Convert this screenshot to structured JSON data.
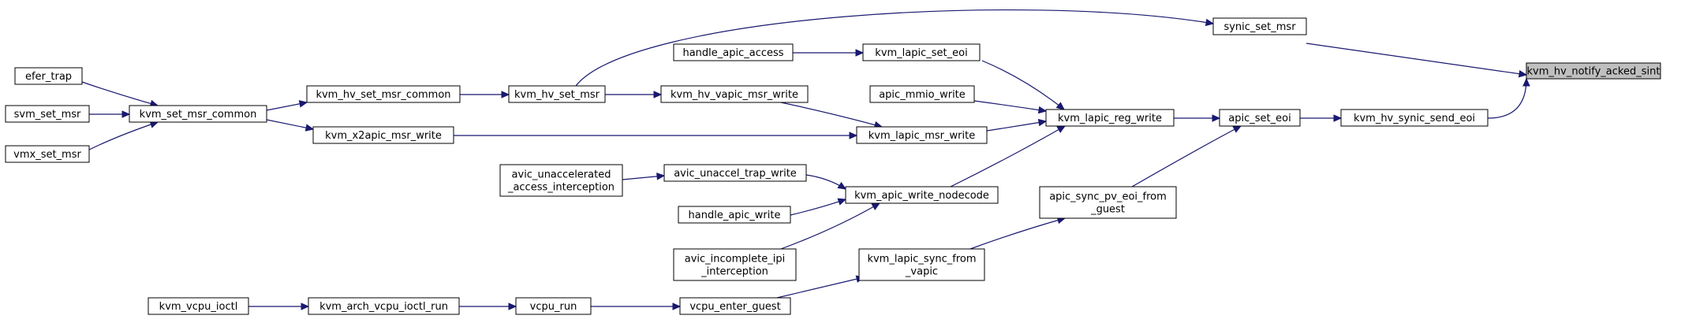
{
  "diagram": {
    "type": "doxygen-caller-graph",
    "root_node": "kvm_hv_notify_acked_sint",
    "colors": {
      "edge": "#191970",
      "root_fill": "#bfbfbf",
      "node_fill": "#ffffff",
      "node_border": "#000000"
    },
    "nodes": [
      {
        "id": "kvm_hv_notify_acked_sint",
        "lines": [
          "kvm_hv_notify_acked_sint"
        ],
        "root": true
      },
      {
        "id": "synic_set_msr",
        "lines": [
          "synic_set_msr"
        ]
      },
      {
        "id": "kvm_hv_synic_send_eoi",
        "lines": [
          "kvm_hv_synic_send_eoi"
        ]
      },
      {
        "id": "apic_set_eoi",
        "lines": [
          "apic_set_eoi"
        ]
      },
      {
        "id": "kvm_lapic_reg_write",
        "lines": [
          "kvm_lapic_reg_write"
        ]
      },
      {
        "id": "apic_sync_pv_eoi_from_guest",
        "lines": [
          "apic_sync_pv_eoi_from",
          "_guest"
        ]
      },
      {
        "id": "kvm_lapic_set_eoi",
        "lines": [
          "kvm_lapic_set_eoi"
        ]
      },
      {
        "id": "apic_mmio_write",
        "lines": [
          "apic_mmio_write"
        ]
      },
      {
        "id": "kvm_lapic_msr_write",
        "lines": [
          "kvm_lapic_msr_write"
        ]
      },
      {
        "id": "kvm_apic_write_nodecode",
        "lines": [
          "kvm_apic_write_nodecode"
        ]
      },
      {
        "id": "kvm_lapic_sync_from_vapic",
        "lines": [
          "kvm_lapic_sync_from",
          "_vapic"
        ]
      },
      {
        "id": "handle_apic_access",
        "lines": [
          "handle_apic_access"
        ]
      },
      {
        "id": "kvm_hv_vapic_msr_write",
        "lines": [
          "kvm_hv_vapic_msr_write"
        ]
      },
      {
        "id": "avic_unaccel_trap_write",
        "lines": [
          "avic_unaccel_trap_write"
        ]
      },
      {
        "id": "handle_apic_write",
        "lines": [
          "handle_apic_write"
        ]
      },
      {
        "id": "avic_incomplete_ipi_interception",
        "lines": [
          "avic_incomplete_ipi",
          "_interception"
        ]
      },
      {
        "id": "vcpu_enter_guest",
        "lines": [
          "vcpu_enter_guest"
        ]
      },
      {
        "id": "kvm_hv_set_msr",
        "lines": [
          "kvm_hv_set_msr"
        ]
      },
      {
        "id": "avic_unaccelerated_access_interception",
        "lines": [
          "avic_unaccelerated",
          "_access_interception"
        ]
      },
      {
        "id": "vcpu_run",
        "lines": [
          "vcpu_run"
        ]
      },
      {
        "id": "kvm_hv_set_msr_common",
        "lines": [
          "kvm_hv_set_msr_common"
        ]
      },
      {
        "id": "kvm_x2apic_msr_write",
        "lines": [
          "kvm_x2apic_msr_write"
        ]
      },
      {
        "id": "kvm_arch_vcpu_ioctl_run",
        "lines": [
          "kvm_arch_vcpu_ioctl_run"
        ]
      },
      {
        "id": "kvm_set_msr_common",
        "lines": [
          "kvm_set_msr_common"
        ]
      },
      {
        "id": "kvm_vcpu_ioctl",
        "lines": [
          "kvm_vcpu_ioctl"
        ]
      },
      {
        "id": "efer_trap",
        "lines": [
          "efer_trap"
        ]
      },
      {
        "id": "svm_set_msr",
        "lines": [
          "svm_set_msr"
        ]
      },
      {
        "id": "vmx_set_msr",
        "lines": [
          "vmx_set_msr"
        ]
      }
    ],
    "edges": [
      {
        "from": "synic_set_msr",
        "to": "kvm_hv_notify_acked_sint"
      },
      {
        "from": "kvm_hv_synic_send_eoi",
        "to": "kvm_hv_notify_acked_sint"
      },
      {
        "from": "apic_set_eoi",
        "to": "kvm_hv_synic_send_eoi"
      },
      {
        "from": "kvm_lapic_reg_write",
        "to": "apic_set_eoi"
      },
      {
        "from": "apic_sync_pv_eoi_from_guest",
        "to": "apic_set_eoi"
      },
      {
        "from": "kvm_lapic_set_eoi",
        "to": "kvm_lapic_reg_write"
      },
      {
        "from": "apic_mmio_write",
        "to": "kvm_lapic_reg_write"
      },
      {
        "from": "kvm_lapic_msr_write",
        "to": "kvm_lapic_reg_write"
      },
      {
        "from": "kvm_apic_write_nodecode",
        "to": "kvm_lapic_reg_write"
      },
      {
        "from": "kvm_lapic_sync_from_vapic",
        "to": "apic_sync_pv_eoi_from_guest"
      },
      {
        "from": "handle_apic_access",
        "to": "kvm_lapic_set_eoi"
      },
      {
        "from": "kvm_hv_vapic_msr_write",
        "to": "kvm_lapic_msr_write"
      },
      {
        "from": "kvm_x2apic_msr_write",
        "to": "kvm_lapic_msr_write"
      },
      {
        "from": "avic_unaccel_trap_write",
        "to": "kvm_apic_write_nodecode"
      },
      {
        "from": "handle_apic_write",
        "to": "kvm_apic_write_nodecode"
      },
      {
        "from": "avic_incomplete_ipi_interception",
        "to": "kvm_apic_write_nodecode"
      },
      {
        "from": "vcpu_enter_guest",
        "to": "kvm_lapic_sync_from_vapic"
      },
      {
        "from": "kvm_hv_set_msr",
        "to": "synic_set_msr"
      },
      {
        "from": "kvm_hv_set_msr",
        "to": "kvm_hv_vapic_msr_write"
      },
      {
        "from": "avic_unaccelerated_access_interception",
        "to": "avic_unaccel_trap_write"
      },
      {
        "from": "vcpu_run",
        "to": "vcpu_enter_guest"
      },
      {
        "from": "kvm_hv_set_msr_common",
        "to": "kvm_hv_set_msr"
      },
      {
        "from": "kvm_set_msr_common",
        "to": "kvm_hv_set_msr_common"
      },
      {
        "from": "kvm_set_msr_common",
        "to": "kvm_x2apic_msr_write"
      },
      {
        "from": "kvm_arch_vcpu_ioctl_run",
        "to": "vcpu_run"
      },
      {
        "from": "kvm_vcpu_ioctl",
        "to": "kvm_arch_vcpu_ioctl_run"
      },
      {
        "from": "efer_trap",
        "to": "kvm_set_msr_common"
      },
      {
        "from": "svm_set_msr",
        "to": "kvm_set_msr_common"
      },
      {
        "from": "vmx_set_msr",
        "to": "kvm_set_msr_common"
      }
    ]
  }
}
